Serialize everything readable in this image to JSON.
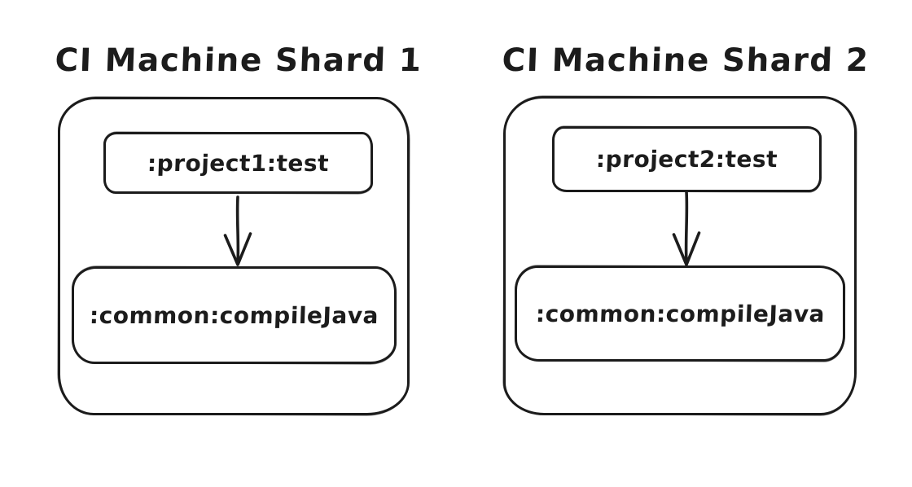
{
  "canvas": {
    "background": "#ffffff",
    "ink": "#1c1c1c"
  },
  "diagrams": [
    {
      "title": "CI Machine Shard 1",
      "nodes": [
        {
          "label": ":project1:test"
        },
        {
          "label": ":common:compileJava"
        }
      ],
      "edges": [
        {
          "from": ":project1:test",
          "to": ":common:compileJava",
          "direction": "down"
        }
      ]
    },
    {
      "title": "CI Machine Shard 2",
      "nodes": [
        {
          "label": ":project2:test"
        },
        {
          "label": ":common:compileJava"
        }
      ],
      "edges": [
        {
          "from": ":project2:test",
          "to": ":common:compileJava",
          "direction": "down"
        }
      ]
    }
  ]
}
